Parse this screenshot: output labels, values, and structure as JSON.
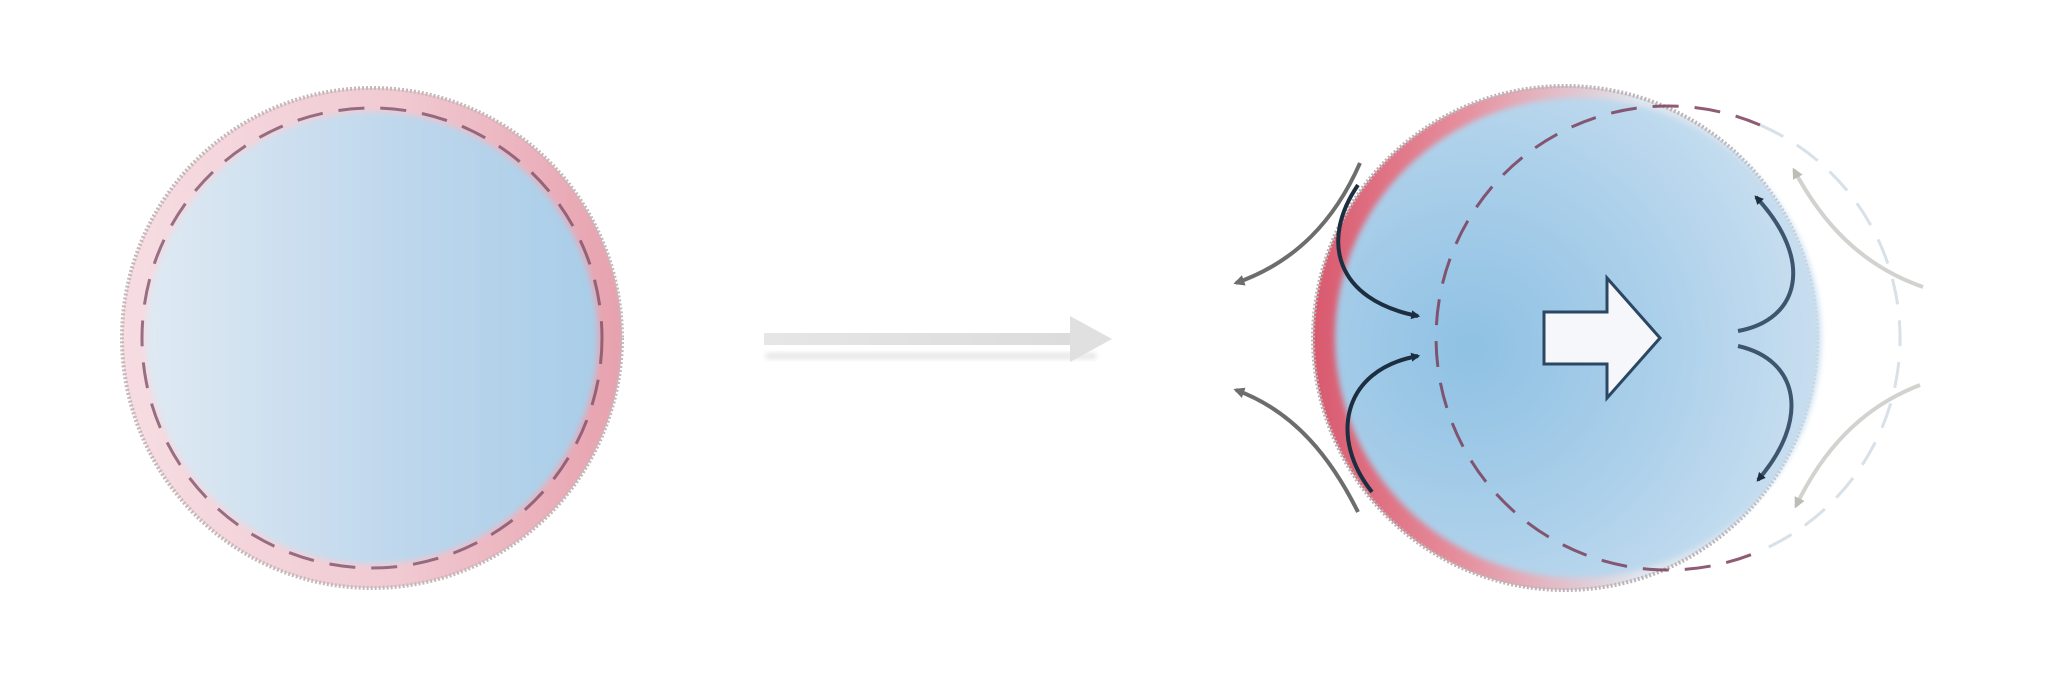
{
  "colors": {
    "background": "#ffffff",
    "cell_fill_light": "#d4e3f0",
    "cell_fill_mid": "#b3d3ea",
    "cell_fill_deep": "#8fc1e3",
    "membrane_pink": "#e07f8f",
    "membrane_pink_pale": "#f2c9d0",
    "membrane_deep": "#d95b6f",
    "dashed_line": "#7a4a62",
    "outline_grey": "#b5b5b5",
    "transition_arrow": "#e3e3e3",
    "inner_arrow": "#1c2e40",
    "outer_arrow_dark": "#6d6d6d",
    "outer_arrow_light": "#cfcfcb",
    "direction_arrow_fill": "#f5f7fa",
    "direction_arrow_stroke": "#2c4763"
  },
  "panels": [
    {
      "name": "cell-symmetric",
      "state": "uniform",
      "membrane": "uniform-pale-rim"
    },
    {
      "name": "cell-polarized",
      "state": "moving",
      "membrane": "thick-rear-rim",
      "flows": {
        "inner_flow": [
          "curved-arrow-rear-upper",
          "curved-arrow-rear-lower",
          "curved-arrow-front-upper",
          "curved-arrow-front-lower"
        ],
        "outer_flow": [
          "outer-arrow-rear-upper",
          "outer-arrow-rear-lower",
          "outer-arrow-front-upper",
          "outer-arrow-front-lower"
        ]
      }
    }
  ],
  "icons": {
    "transition": "long-arrow-right-icon",
    "direction": "block-arrow-right-icon"
  }
}
